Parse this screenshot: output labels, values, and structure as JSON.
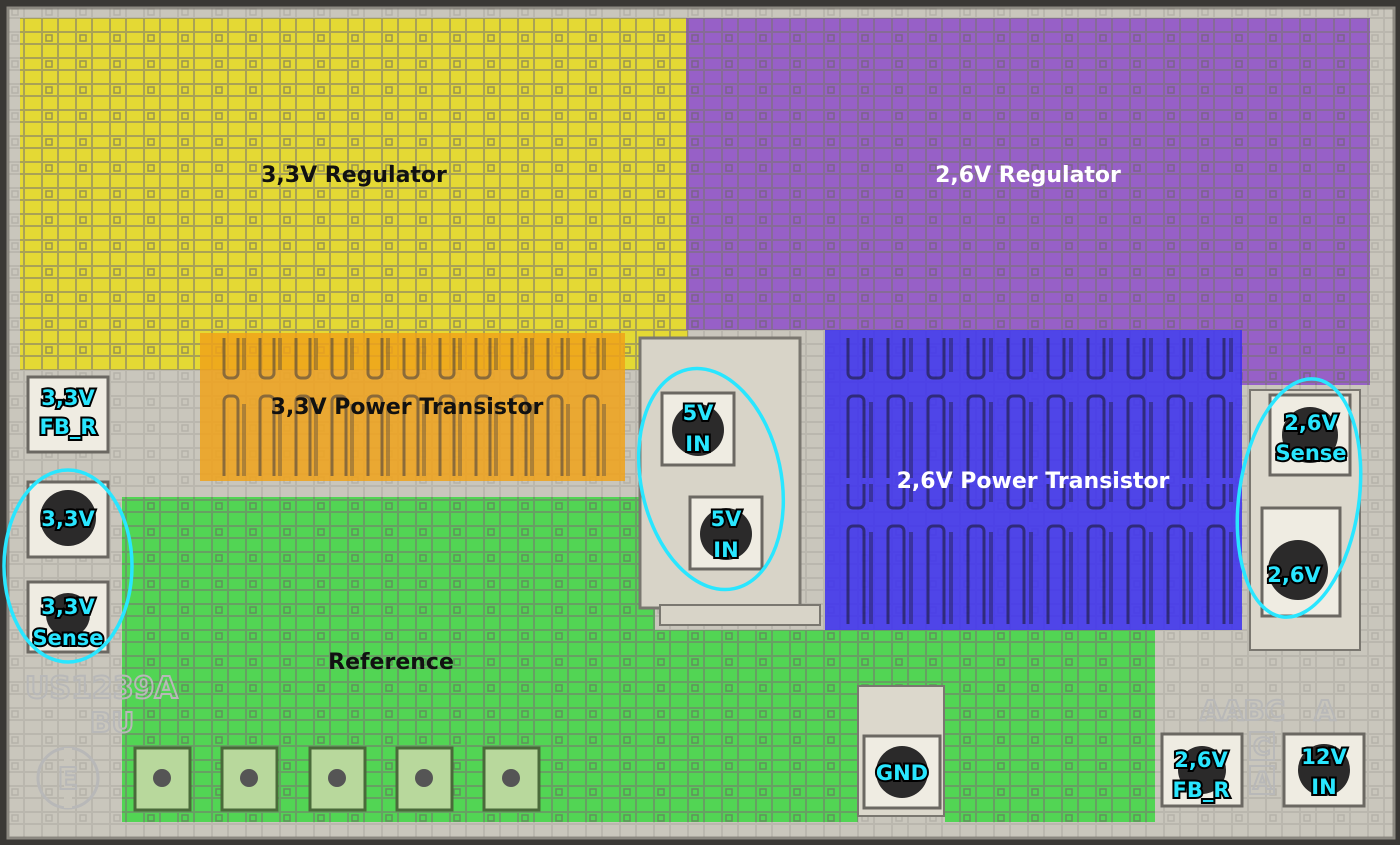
{
  "regions": {
    "reg33": {
      "label": "3,3V Regulator",
      "color": "#e9dc1c"
    },
    "reg26": {
      "label": "2,6V Regulator",
      "color": "#8e4ec9"
    },
    "pt33": {
      "label": "3,3V Power Transistor",
      "color": "#f0a21a"
    },
    "pt26": {
      "label": "2,6V Power Transistor",
      "color": "#3a2ef0"
    },
    "ref": {
      "label": "Reference",
      "color": "#35d83a"
    }
  },
  "pads": {
    "fbr33": {
      "line1": "3,3V",
      "line2": "FB_R"
    },
    "out33": {
      "line1": "3,3V"
    },
    "sense33": {
      "line1": "3,3V",
      "line2": "Sense"
    },
    "in5a": {
      "line1": "5V",
      "line2": "IN"
    },
    "in5b": {
      "line1": "5V",
      "line2": "IN"
    },
    "sense26": {
      "line1": "2,6V",
      "line2": "Sense"
    },
    "out26": {
      "line1": "2,6V"
    },
    "gnd": {
      "line1": "GND"
    },
    "fbr26": {
      "line1": "2,6V",
      "line2": "FB_R"
    },
    "in12": {
      "line1": "12V",
      "line2": "IN"
    }
  },
  "markings": {
    "part_number": "US1239A",
    "suffix": "BU",
    "logo_letter": "E",
    "letters_a": "AABC",
    "letters_b": "A",
    "letter_c": "C",
    "letter_d": "A"
  },
  "colors": {
    "die": "#c9c6bc",
    "metal": "#ece9df",
    "pad_highlight": "#29e6ff"
  }
}
